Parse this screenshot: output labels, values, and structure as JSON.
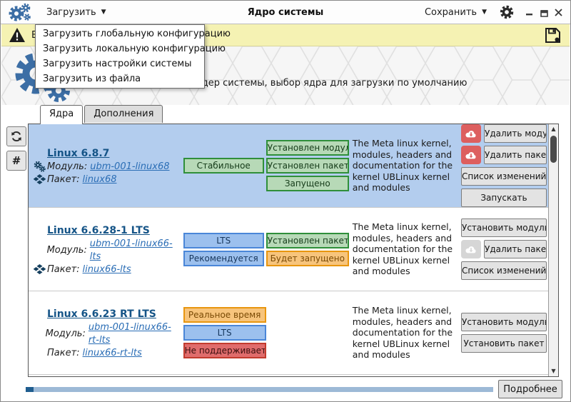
{
  "window": {
    "title": "Ядро системы"
  },
  "menubar": {
    "load_label": "Загрузить",
    "save_label": "Сохранить"
  },
  "dropdown": {
    "items": [
      "Загрузить глобальную конфигурацию",
      "Загрузить локальную конфигурацию",
      "Загрузить настройки системы",
      "Загрузить из файла"
    ]
  },
  "warning_bar": {
    "visible_text": "В"
  },
  "header": {
    "subtitle": "Загрузка и установка ядер системы, выбор ядра для загрузки по умолчанию"
  },
  "tabs": [
    {
      "label": "Ядра"
    },
    {
      "label": "Дополнения"
    }
  ],
  "side_toolbar": {
    "hash_label": "#"
  },
  "icons": {
    "caret_down": "▼",
    "scroll_up": "▲",
    "scroll_down": "▼"
  },
  "kernels": [
    {
      "name": "Linux 6.8.7",
      "module_label": "Модуль:",
      "module": "ubm-001-linux68",
      "package_label": "Пакет:",
      "package": "linux68",
      "badges_left": [
        "Стабильное"
      ],
      "badges_right": [
        "Установлен модуль",
        "Установлен пакет",
        "Запущено"
      ],
      "description": "The Meta linux kernel, modules, headers and documentation for the kernel UBLinux kernel and modules",
      "actions": [
        "Удалить модуль",
        "Удалить пакет",
        "Список изменений",
        "Запускать"
      ]
    },
    {
      "name": "Linux 6.6.28-1 LTS",
      "module_label": "Модуль:",
      "module": "ubm-001-linux66-lts",
      "package_label": "Пакет:",
      "package": "linux66-lts",
      "badges_left": [
        "LTS",
        "Рекомендуется"
      ],
      "badges_right": [
        "Установлен пакет",
        "Будет запущено"
      ],
      "description": "The Meta linux kernel, modules, headers and documentation for the kernel UBLinux kernel and modules",
      "actions": [
        "Установить модуль",
        "Удалить пакет",
        "Список изменений"
      ]
    },
    {
      "name": "Linux 6.6.23 RT LTS",
      "module_label": "Модуль:",
      "module": "ubm-001-linux66-rt-lts",
      "package_label": "Пакет:",
      "package": "linux66-rt-lts",
      "badges_left": [
        "Реальное время",
        "LTS",
        "Не поддерживается"
      ],
      "badges_right": [],
      "description": "The Meta linux kernel, modules, headers and documentation for the kernel UBLinux kernel and modules",
      "actions": [
        "Установить модуль",
        "Установить пакет"
      ]
    }
  ],
  "footer": {
    "details_label": "Подробнее"
  },
  "colors": {
    "selected_row": "#b3cdee",
    "warning_bar_bg": "#f5f2b3",
    "badge_green_bg": "#b7d9b7",
    "badge_green_border": "#2f8f3a",
    "badge_blue_bg": "#9cc0ee",
    "badge_blue_border": "#4a86d8",
    "badge_orange_bg": "#f7c47c",
    "badge_orange_border": "#e8960f",
    "badge_red_bg": "#e06c6c",
    "badge_red_border": "#c23b2e",
    "accent_blue": "#3c6ea5",
    "danger_red": "#dd5f5f",
    "progress_fill": "#9db9d6",
    "progress_chunk": "#1f5d8f"
  }
}
